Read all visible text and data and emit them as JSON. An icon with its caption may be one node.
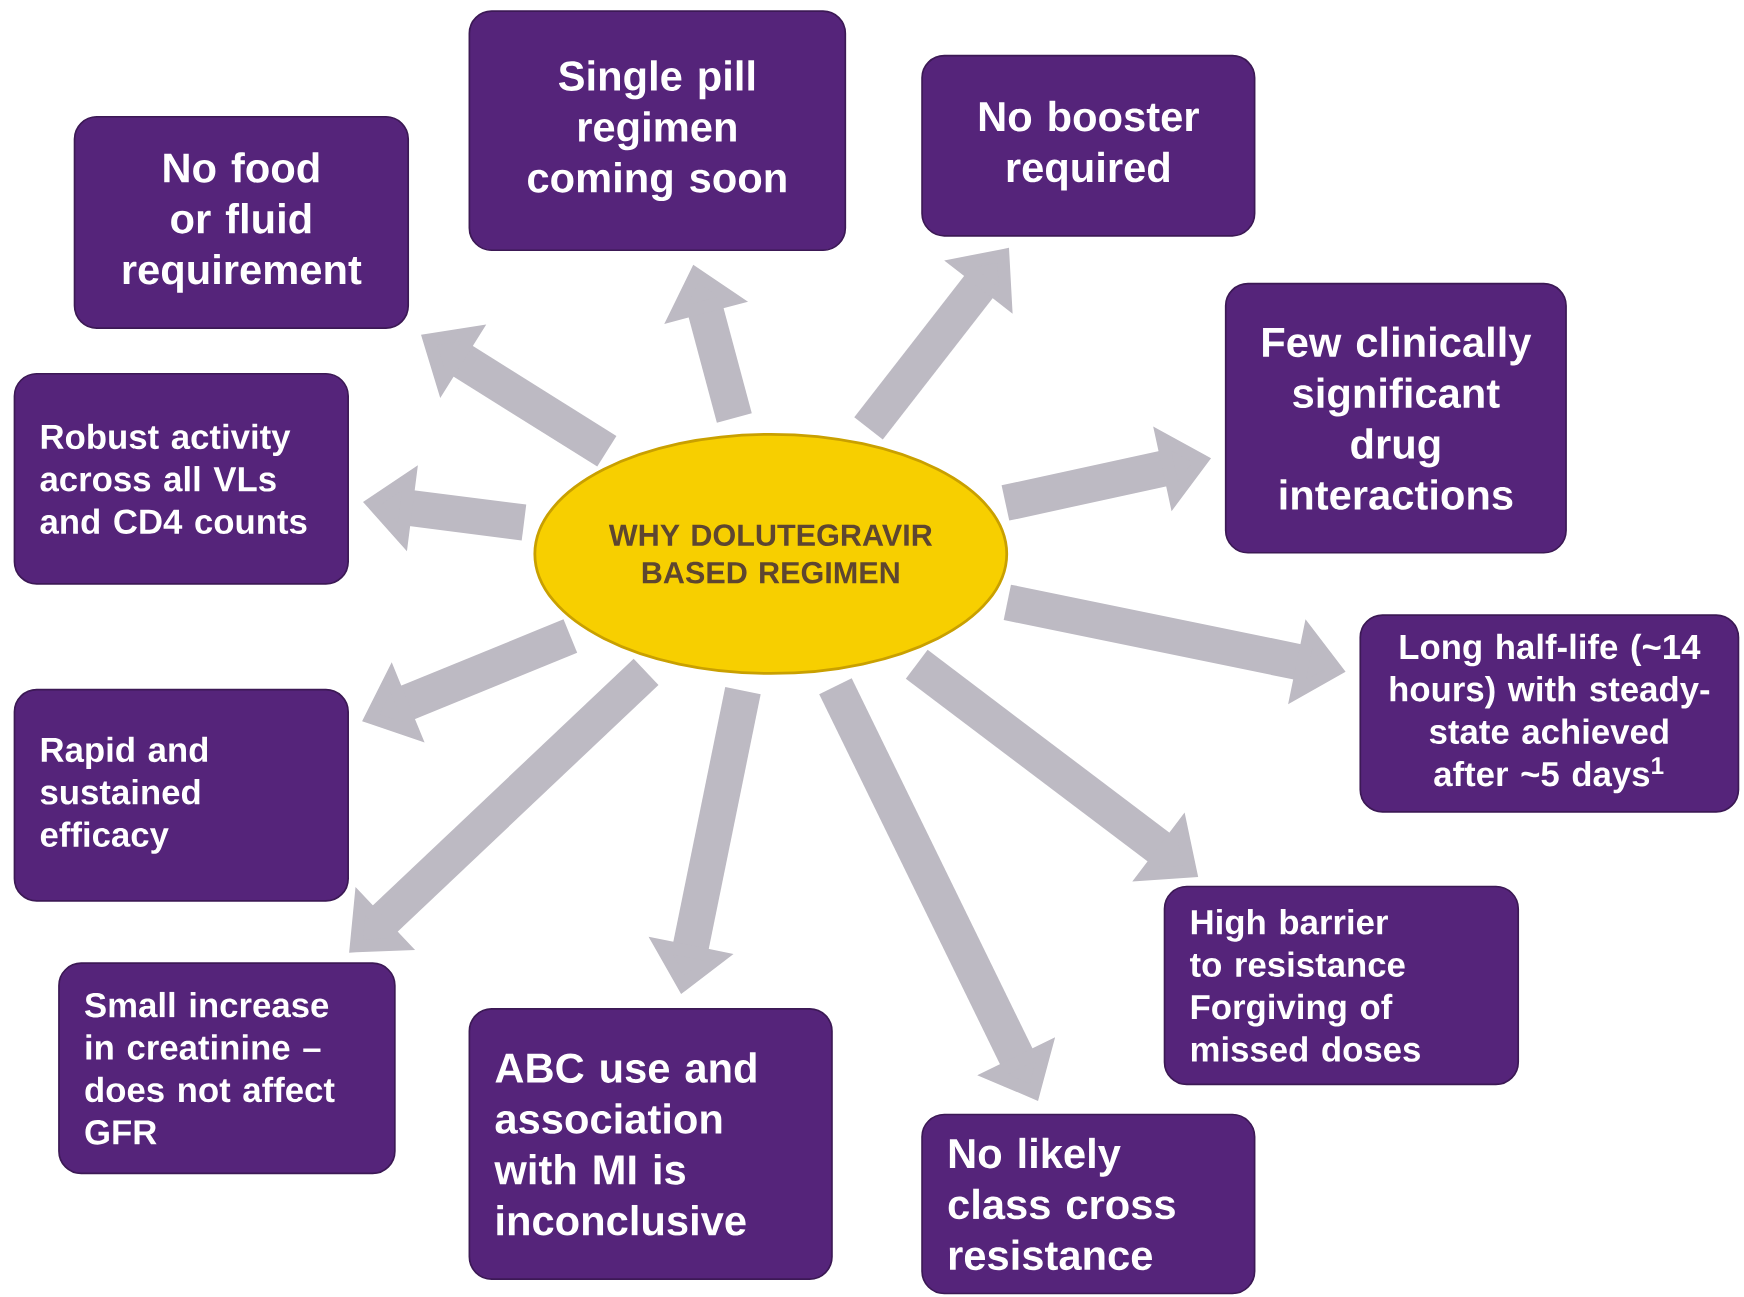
{
  "diagram": {
    "nodes": [
      {
        "text": [
          "WHY DOLUTEGRAVIR BASED REGIMEN"
        ]
      },
      {
        "text": [
          "Single pill regimen coming soon"
        ]
      },
      {
        "text": [
          "No food or fluid requirement"
        ]
      },
      {
        "text": [
          "No booster required"
        ]
      },
      {
        "text": [
          "Few clinically significant drug interactions"
        ]
      },
      {
        "text": [
          "Robust activity across all VLs and CD4 counts"
        ]
      },
      {
        "text": [
          "Long half-life (~14 hours) with steady-state achieved after ~5 days$^{1}$"
        ]
      },
      {
        "text": [
          "Rapid and sustained efficacy"
        ]
      },
      {
        "text": [
          "High barrier to resistance Forgiving of missed doses"
        ]
      },
      {
        "text": [
          "Small increase in creatinine – does not affect GFR"
        ]
      },
      {
        "text": [
          "ABC use and association with MI is inconclusive"
        ]
      },
      {
        "text": [
          "No likely class cross resistance"
        ]
      }
    ],
    "edges": [
      {
        "from": 0,
        "to": 1,
        "arrow": "to"
      },
      {
        "from": 0,
        "to": 2,
        "arrow": "to"
      },
      {
        "from": 0,
        "to": 3,
        "arrow": "to"
      },
      {
        "from": 0,
        "to": 4,
        "arrow": "to"
      },
      {
        "from": 0,
        "to": 5,
        "arrow": "to"
      },
      {
        "from": 0,
        "to": 6,
        "arrow": "to"
      },
      {
        "from": 0,
        "to": 7,
        "arrow": "to"
      },
      {
        "from": 0,
        "to": 8,
        "arrow": "to"
      },
      {
        "from": 0,
        "to": 9,
        "arrow": "to"
      },
      {
        "from": 0,
        "to": 10,
        "arrow": "to"
      },
      {
        "from": 0,
        "to": 11,
        "arrow": "to"
      }
    ]
  }
}
